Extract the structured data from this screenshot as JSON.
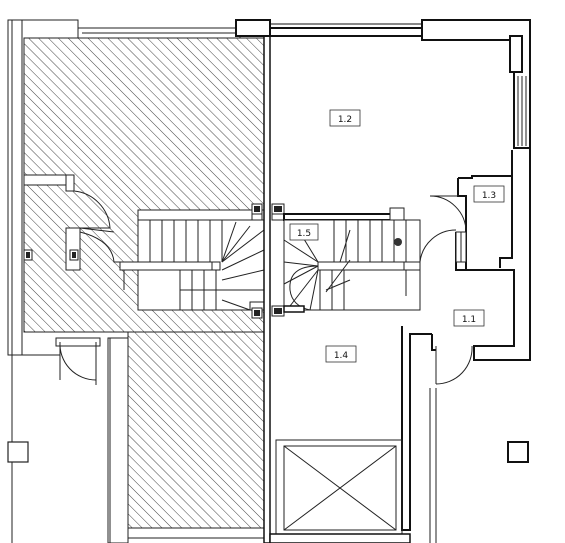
{
  "rooms": [
    {
      "id": "1.1",
      "label": "1.1"
    },
    {
      "id": "1.2",
      "label": "1.2"
    },
    {
      "id": "1.3",
      "label": "1.3"
    },
    {
      "id": "1.4",
      "label": "1.4"
    },
    {
      "id": "1.5",
      "label": "1.5"
    }
  ],
  "colors": {
    "wall": "#111111",
    "line": "#222222",
    "hatch": "#444444",
    "background": "#ffffff"
  }
}
